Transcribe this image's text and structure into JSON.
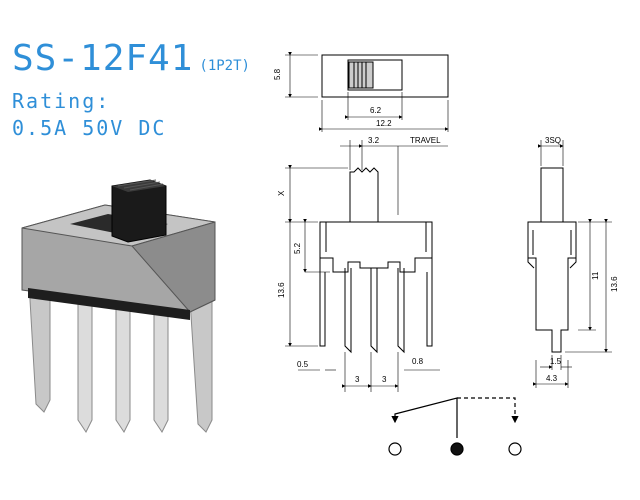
{
  "header": {
    "model": "SS-12F41",
    "variant": "(1P2T)",
    "rating_label": "Rating:",
    "rating_value": "0.5A  50V  DC"
  },
  "top_view": {
    "height": "5.8",
    "slot_width": "6.2",
    "body_width": "12.2"
  },
  "front_view": {
    "knob": "3.2",
    "travel": "TRAVEL",
    "x_label": "X",
    "height_upper": "5.2",
    "total_height": "13.6",
    "thickness_left": "0.5",
    "thickness_right": "0.8",
    "pitch_1": "3",
    "pitch_2": "3"
  },
  "side_view": {
    "knob": "3SQ",
    "height": "11",
    "total": "13.6",
    "pin": "1.5",
    "base": "4.3"
  },
  "colors": {
    "accent": "#2f8fd8"
  }
}
